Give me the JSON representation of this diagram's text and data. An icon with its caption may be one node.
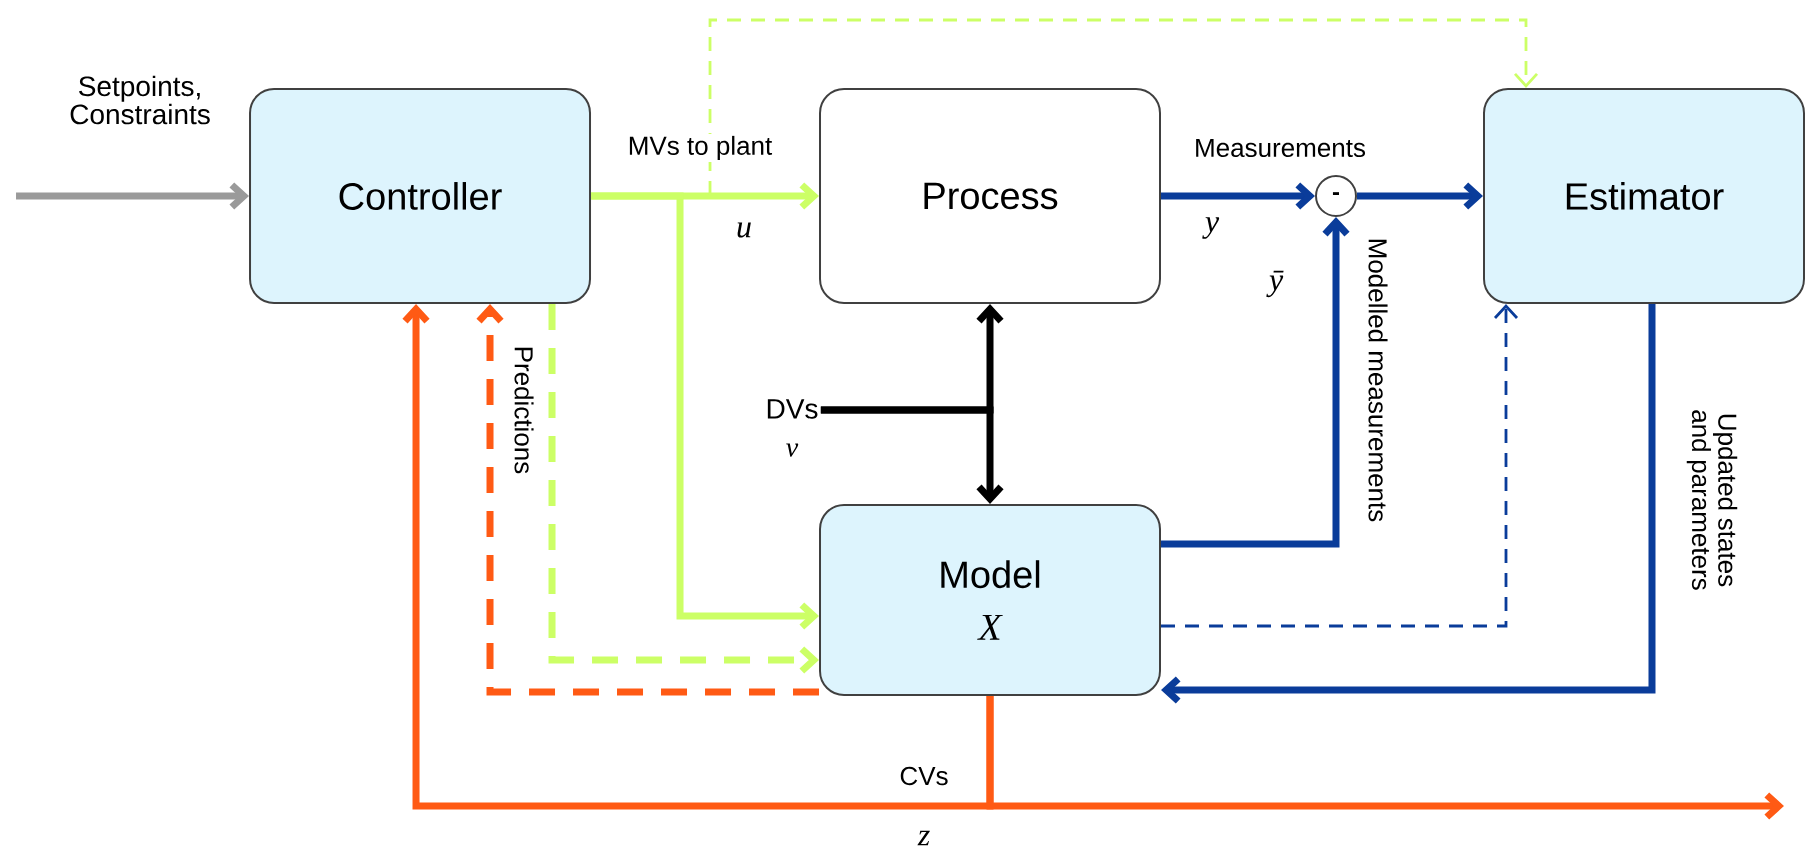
{
  "diagram": {
    "nodes": [
      {
        "text": [
          "Controller"
        ]
      },
      {
        "text": [
          "Process"
        ]
      },
      {
        "text": [
          "Estimator"
        ]
      },
      {
        "text": [
          "Model",
          "X"
        ]
      },
      {
        "text": [
          "-"
        ]
      },
      {
        "text": [
          "DVs",
          "v"
        ]
      }
    ],
    "edges": [
      {
        "from": null,
        "to": 0,
        "arrow": "to",
        "color": "#9a9a9a"
      },
      {
        "from": 0,
        "to": 1,
        "arrow": "to",
        "label": "MVs to plant",
        "color": "#ccff66"
      },
      {
        "from": 0,
        "to": 3,
        "arrow": "to",
        "color": "#ccff66"
      },
      {
        "from": 0,
        "to": 3,
        "arrow": "to",
        "style": "dashed",
        "color": "#ccff66"
      },
      {
        "from": 3,
        "to": 0,
        "arrow": "to",
        "label": "Predictions",
        "style": "dashed",
        "color": "#ff5a14"
      },
      {
        "from": 3,
        "to": 0,
        "arrow": "to",
        "color": "#ff5a14"
      },
      {
        "from": 3,
        "to": null,
        "arrow": "to",
        "label": "CVs",
        "color": "#ff5a14"
      },
      {
        "from": 5,
        "to": 1,
        "arrow": "to",
        "color": "#000000"
      },
      {
        "from": 5,
        "to": 3,
        "arrow": "to",
        "color": "#000000"
      },
      {
        "from": 1,
        "to": 4,
        "arrow": "to",
        "label": "Measurements"
      },
      {
        "from": 4,
        "to": 2,
        "arrow": "to"
      },
      {
        "from": 3,
        "to": 4,
        "arrow": "to",
        "label": "Modelled measurements"
      },
      {
        "from": 3,
        "to": 2,
        "arrow": "to",
        "style": "dashed"
      },
      {
        "from": 2,
        "to": 3,
        "arrow": "to",
        "label": "Updated states and parameters"
      },
      {
        "from": 0,
        "to": 2,
        "arrow": "to",
        "style": "dashed",
        "color": "#ccff66"
      }
    ],
    "labels": [
      "Setpoints, Constraints",
      "u",
      "y",
      "ȳ",
      "z"
    ]
  }
}
